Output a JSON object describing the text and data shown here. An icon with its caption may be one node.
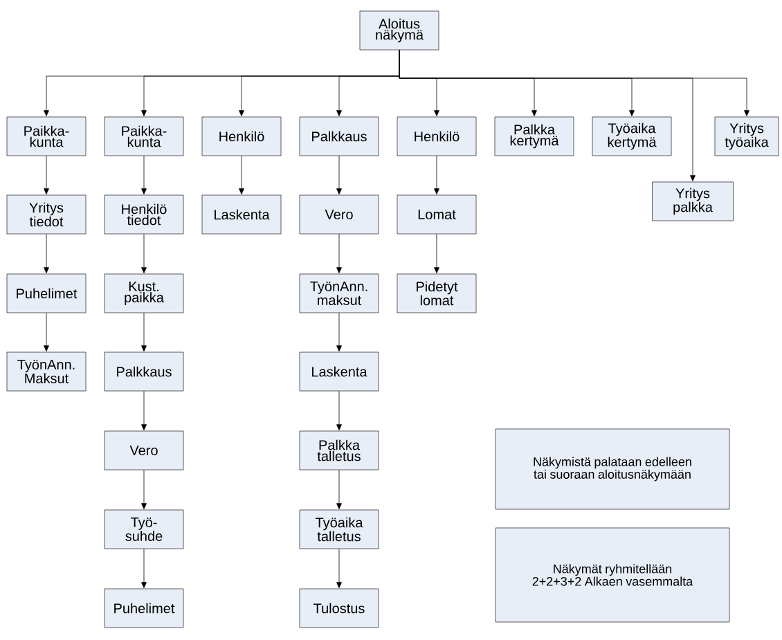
{
  "diagram": {
    "nodes": [
      {
        "text": [
          "Aloitus näkymä"
        ]
      },
      {
        "text": [
          "Paikka- kunta"
        ]
      },
      {
        "text": [
          "Paikka- kunta"
        ]
      },
      {
        "text": [
          "Henkilö"
        ]
      },
      {
        "text": [
          "Palkkaus"
        ]
      },
      {
        "text": [
          "Henkilö"
        ]
      },
      {
        "text": [
          "Palkka kertymä"
        ]
      },
      {
        "text": [
          "Työaika kertymä"
        ]
      },
      {
        "text": [
          "Yritys palkka"
        ]
      },
      {
        "text": [
          "Yritys työaika"
        ]
      },
      {
        "text": [
          "Yritys tiedot"
        ]
      },
      {
        "text": [
          "Puhelimet"
        ]
      },
      {
        "text": [
          "TyönAnn. Maksut"
        ]
      },
      {
        "text": [
          "Henkilö tiedot"
        ]
      },
      {
        "text": [
          "Kust. paikka"
        ]
      },
      {
        "text": [
          "Palkkaus"
        ]
      },
      {
        "text": [
          "Vero"
        ]
      },
      {
        "text": [
          "Työ- suhde"
        ]
      },
      {
        "text": [
          "Puhelimet"
        ]
      },
      {
        "text": [
          "Laskenta"
        ]
      },
      {
        "text": [
          "Vero"
        ]
      },
      {
        "text": [
          "TyönAnn. maksut"
        ]
      },
      {
        "text": [
          "Laskenta"
        ]
      },
      {
        "text": [
          "Palkka talletus"
        ]
      },
      {
        "text": [
          "Työaika talletus"
        ]
      },
      {
        "text": [
          "Tulostus"
        ]
      },
      {
        "text": [
          "Lomat"
        ]
      },
      {
        "text": [
          "Pidetyt lomat"
        ]
      },
      {
        "text": [
          "Näkymistä palataan edelleen tai suoraan aloitusnäkymään"
        ]
      },
      {
        "text": [
          "Näkymät ryhmitellään 2+2+3+2 Alkaen vasemmalta"
        ]
      }
    ],
    "edges": [
      {
        "from": 0,
        "to": 1,
        "arrow": "to"
      },
      {
        "from": 0,
        "to": 2,
        "arrow": "to"
      },
      {
        "from": 0,
        "to": 3,
        "arrow": "to"
      },
      {
        "from": 0,
        "to": 4,
        "arrow": "to"
      },
      {
        "from": 0,
        "to": 5,
        "arrow": "to"
      },
      {
        "from": 0,
        "to": 6,
        "arrow": "to"
      },
      {
        "from": 0,
        "to": 7,
        "arrow": "to"
      },
      {
        "from": 0,
        "to": 8,
        "arrow": "to"
      },
      {
        "from": 0,
        "to": 9,
        "arrow": "to"
      },
      {
        "from": 1,
        "to": 10,
        "arrow": "to"
      },
      {
        "from": 10,
        "to": 11,
        "arrow": "to"
      },
      {
        "from": 11,
        "to": 12,
        "arrow": "to"
      },
      {
        "from": 2,
        "to": 13,
        "arrow": "to"
      },
      {
        "from": 13,
        "to": 14,
        "arrow": "to"
      },
      {
        "from": 14,
        "to": 15,
        "arrow": "to"
      },
      {
        "from": 15,
        "to": 16,
        "arrow": "to"
      },
      {
        "from": 16,
        "to": 17,
        "arrow": "to"
      },
      {
        "from": 17,
        "to": 18,
        "arrow": "to"
      },
      {
        "from": 3,
        "to": 19,
        "arrow": "to"
      },
      {
        "from": 4,
        "to": 20,
        "arrow": "to"
      },
      {
        "from": 20,
        "to": 21,
        "arrow": "to"
      },
      {
        "from": 21,
        "to": 22,
        "arrow": "to"
      },
      {
        "from": 22,
        "to": 23,
        "arrow": "to"
      },
      {
        "from": 23,
        "to": 24,
        "arrow": "to"
      },
      {
        "from": 24,
        "to": 25,
        "arrow": "to"
      },
      {
        "from": 5,
        "to": 26,
        "arrow": "to"
      },
      {
        "from": 26,
        "to": 27,
        "arrow": "to"
      }
    ]
  }
}
